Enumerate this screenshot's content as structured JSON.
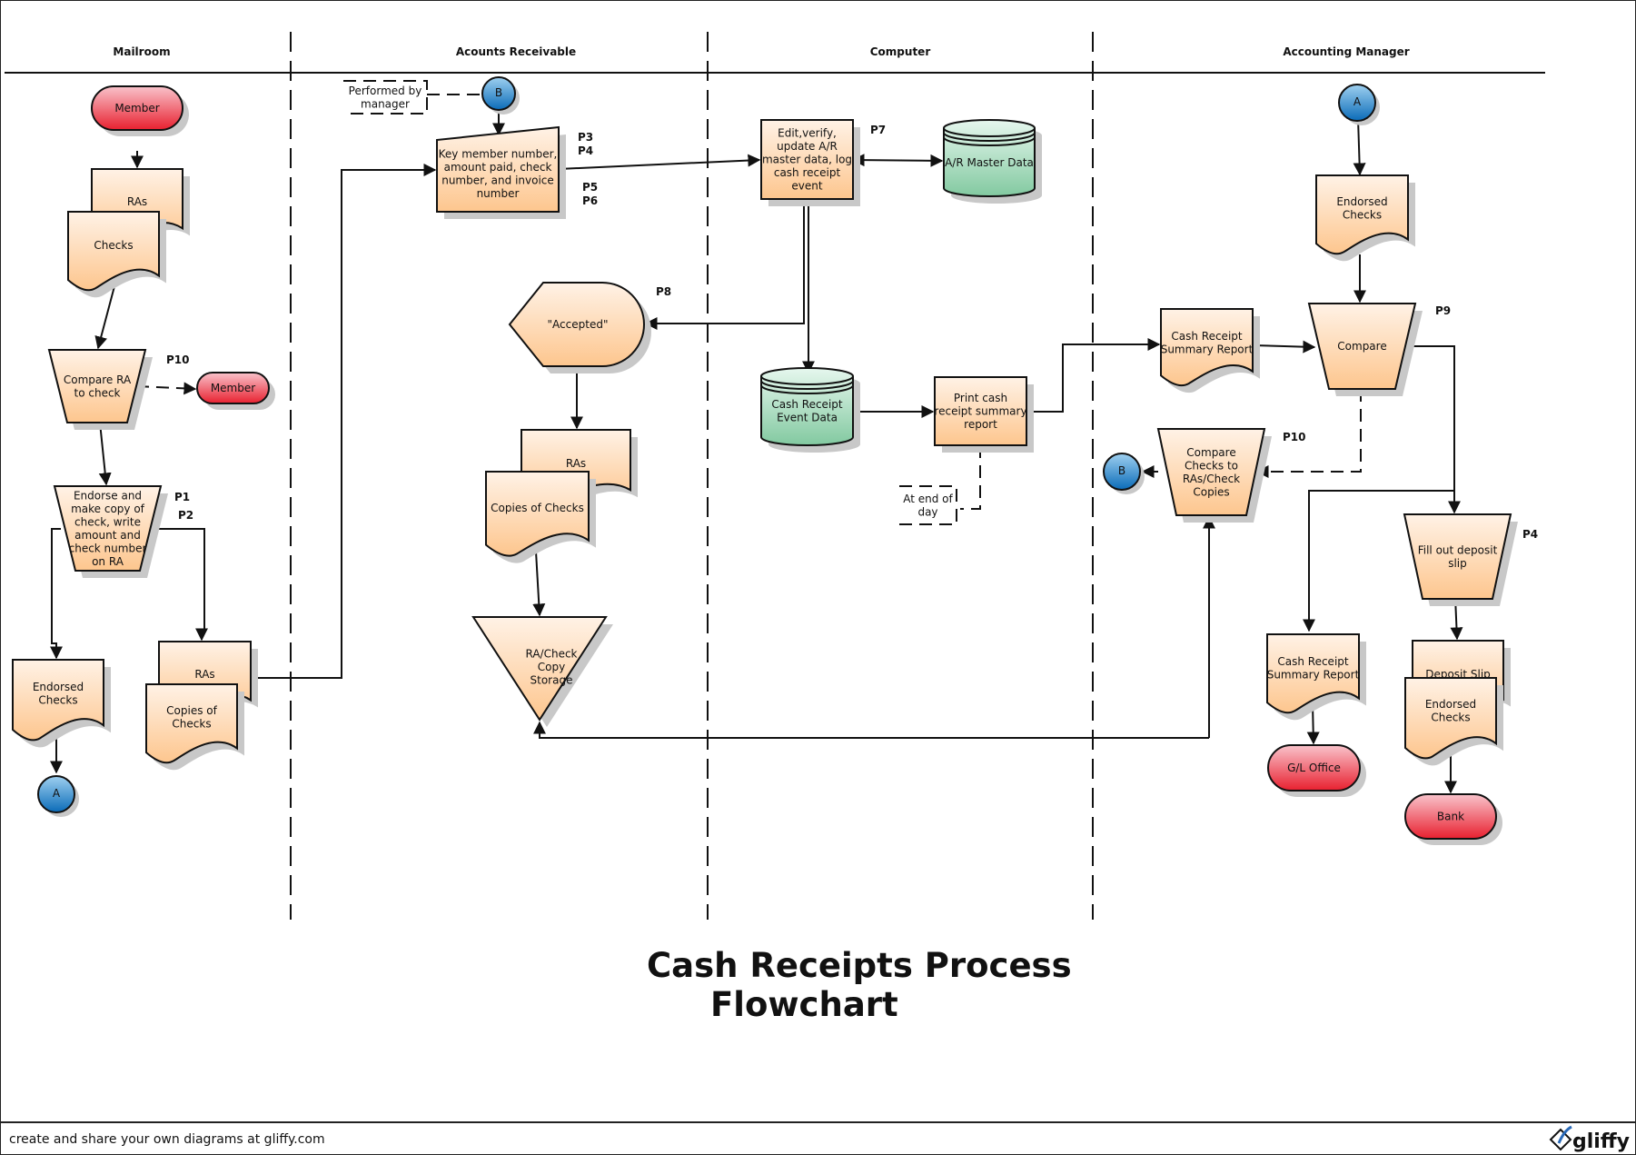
{
  "diagram": {
    "title_line1": "Cash Receipts Process",
    "title_line2": "Flowchart",
    "lanes": [
      "Mailroom",
      "Acounts Receivable",
      "Computer",
      "Accounting Manager"
    ],
    "colors": {
      "process_fill_top": "#fff2e6",
      "process_fill_bottom": "#fdc68e",
      "data_fill_top": "#e6f7ee",
      "data_fill_bottom": "#82c9a0",
      "terminal_fill_top": "#f9c3cb",
      "terminal_fill_bottom": "#e8202f",
      "connector_fill_top": "#9fd0f0",
      "connector_fill_bottom": "#0a6bb8"
    },
    "mailroom": {
      "member_start": "Member",
      "doc_ras": "RAs",
      "doc_checks": "Checks",
      "compare_ra": [
        "Compare RA",
        "to check"
      ],
      "compare_label": "P10",
      "member_end": "Member",
      "endorse": [
        "Endorse and",
        "make copy of",
        "check, write",
        "amount and",
        "check number",
        "on RA"
      ],
      "endorse_labels": [
        "P1",
        "P2"
      ],
      "doc_endorsed": [
        "Endorsed",
        "Checks"
      ],
      "doc_ras2": "RAs",
      "doc_copies": [
        "Copies of",
        "Checks"
      ],
      "connector_a": "A"
    },
    "ar": {
      "annotation": [
        "Performed by",
        "manager"
      ],
      "connector_b": "B",
      "key_input": [
        "Key member number,",
        "amount paid, check",
        "number, and invoice",
        "number"
      ],
      "key_labels": [
        "P3",
        "P4",
        "P5",
        "P6"
      ],
      "accepted": "\"Accepted\"",
      "accepted_label": "P8",
      "doc_ras": "RAs",
      "doc_copies": "Copies of Checks",
      "storage": [
        "RA/Check",
        "Copy",
        "Storage"
      ]
    },
    "computer": {
      "edit": [
        "Edit,verify,",
        "update A/R",
        "master data, log",
        "cash receipt",
        "event"
      ],
      "edit_label": "P7",
      "ar_master": "A/R Master Data",
      "cash_event": [
        "Cash Receipt",
        "Event Data"
      ],
      "print": [
        "Print cash",
        "receipt summary",
        "report"
      ],
      "annotation": [
        "At end of",
        "day"
      ]
    },
    "manager": {
      "connector_a": "A",
      "doc_endorsed": [
        "Endorsed",
        "Checks"
      ],
      "doc_summary": [
        "Cash Receipt",
        "Summary Report"
      ],
      "compare": "Compare",
      "compare_label": "P9",
      "compare_checks": [
        "Compare",
        "Checks to",
        "RAs/Check",
        "Copies"
      ],
      "compare_checks_label": "P10",
      "connector_b": "B",
      "fill_deposit": [
        "Fill out deposit",
        "slip"
      ],
      "fill_label": "P4",
      "doc_summary2": [
        "Cash Receipt",
        "Summary Report"
      ],
      "gl_office": "G/L Office",
      "doc_deposit": "Deposit Slip",
      "doc_endorsed2": [
        "Endorsed",
        "Checks"
      ],
      "bank": "Bank"
    }
  },
  "footer": {
    "text": "create and share your own diagrams at gliffy.com",
    "logo": "gliffy"
  }
}
